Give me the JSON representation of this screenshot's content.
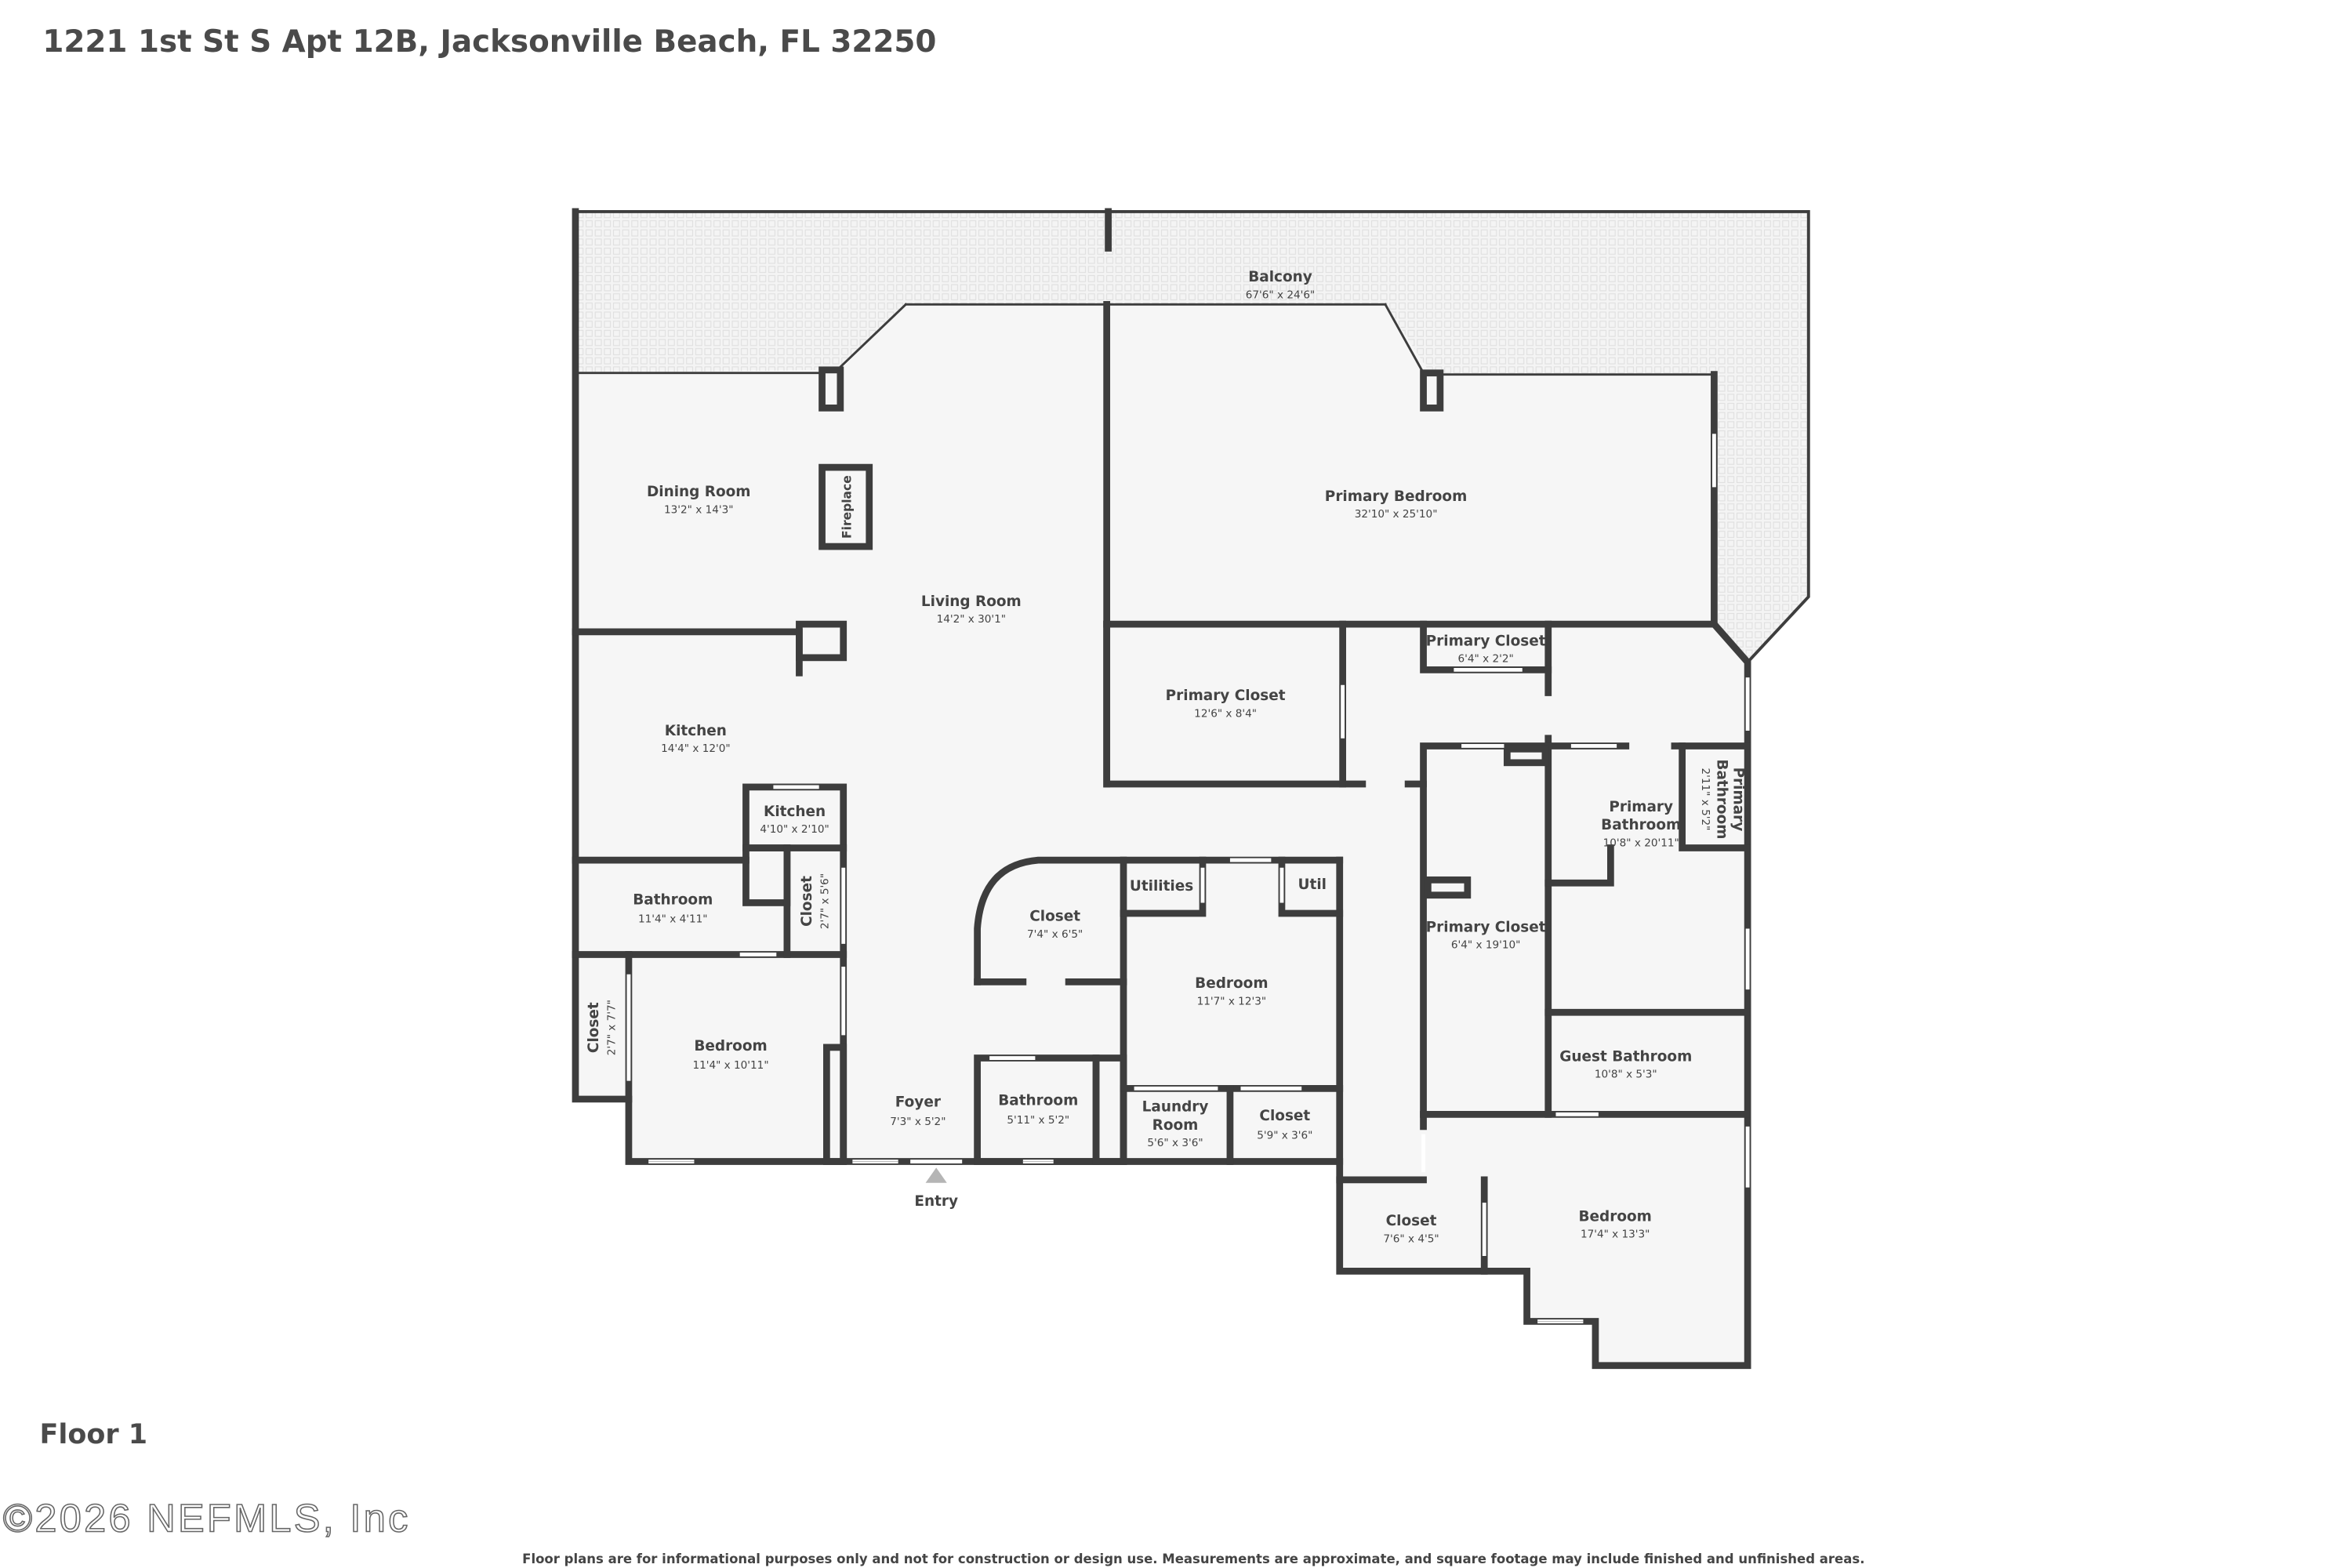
{
  "header": {
    "title": "1221 1st St S Apt 12B, Jacksonville Beach, FL 32250"
  },
  "floor_label": "Floor 1",
  "watermark": "©2026 NEFMLS, Inc",
  "disclaimer": "Floor plans are for informational purposes only and not for construction or design use. Measurements are approximate, and square footage may include finished and unfinished areas.",
  "entry_label": "Entry",
  "fireplace_label": "Fireplace",
  "colors": {
    "wall": "#3d3d3d",
    "floor": "#f6f6f6",
    "text": "#444444",
    "entry_marker": "#b5b5b5"
  },
  "rooms": [
    {
      "name": "Balcony",
      "dims": "67'6\" x 24'6\""
    },
    {
      "name": "Dining Room",
      "dims": "13'2\" x 14'3\""
    },
    {
      "name": "Living Room",
      "dims": "14'2\" x 30'1\""
    },
    {
      "name": "Primary Bedroom",
      "dims": "32'10\" x 25'10\""
    },
    {
      "name": "Kitchen",
      "dims": "14'4\" x 12'0\""
    },
    {
      "name": "Primary Closet",
      "dims": "12'6\" x 8'4\""
    },
    {
      "name": "Primary Closet",
      "dims": "6'4\" x 2'2\""
    },
    {
      "name": "Kitchen",
      "dims": "4'10\" x 2'10\""
    },
    {
      "name": "Bathroom",
      "dims": "11'4\" x 4'11\""
    },
    {
      "name": "Closet",
      "dims": "2'7\" x 5'6\""
    },
    {
      "name": "Closet",
      "dims": "2'7\" x 7'7\""
    },
    {
      "name": "Bedroom",
      "dims": "11'4\" x 10'11\""
    },
    {
      "name": "Closet",
      "dims": "7'4\" x 6'5\""
    },
    {
      "name": "Utilities",
      "dims": ""
    },
    {
      "name": "Util",
      "dims": ""
    },
    {
      "name": "Bedroom",
      "dims": "11'7\" x 12'3\""
    },
    {
      "name": "Foyer",
      "dims": "7'3\" x 5'2\""
    },
    {
      "name": "Bathroom",
      "dims": "5'11\" x 5'2\""
    },
    {
      "name": "Laundry",
      "name2": "Room",
      "dims": "5'6\" x 3'6\""
    },
    {
      "name": "Closet",
      "dims": "5'9\" x 3'6\""
    },
    {
      "name": "Primary Closet",
      "dims": "6'4\" x 19'10\""
    },
    {
      "name": "Primary",
      "name2": "Bathroom",
      "dims": "10'8\" x 20'11\""
    },
    {
      "name": "Primary",
      "name2": "Bathroom",
      "dims": "2'11\" x 5'2\""
    },
    {
      "name": "Guest Bathroom",
      "dims": "10'8\" x 5'3\""
    },
    {
      "name": "Bedroom",
      "dims": "17'4\" x 13'3\""
    },
    {
      "name": "Closet",
      "dims": "7'6\" x 4'5\""
    }
  ]
}
